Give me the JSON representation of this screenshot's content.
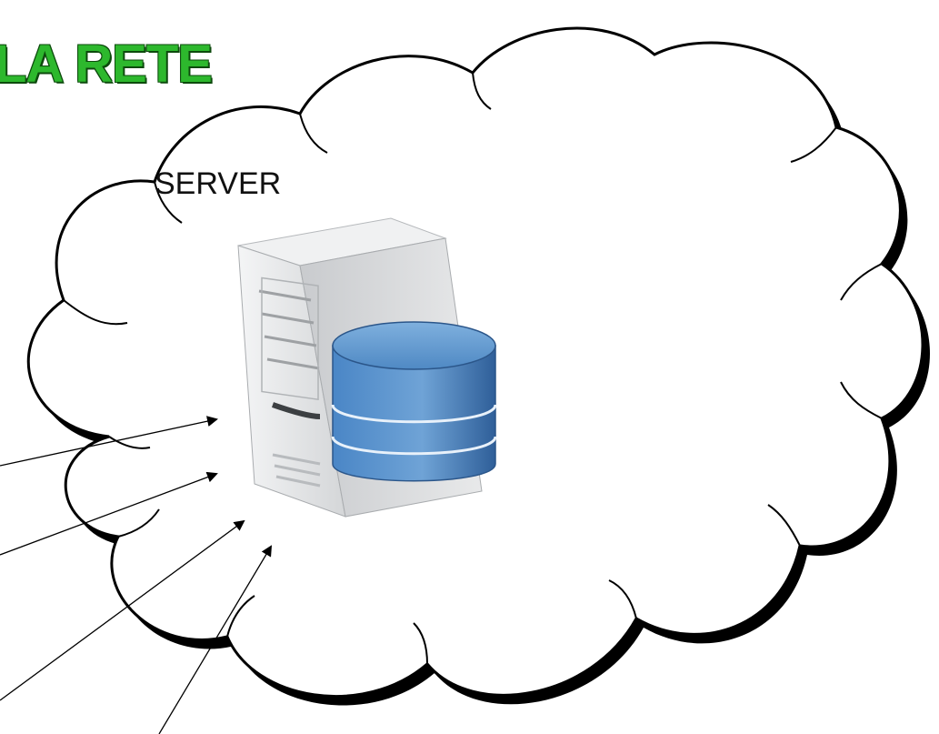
{
  "diagram": {
    "title": "LA RETE",
    "server_label": "SERVER",
    "colors": {
      "title": "#2db82d",
      "title_shadow": "#0d4a0d",
      "cloud_outline": "#000000",
      "database": "#3f78b5",
      "server_case": "#e2e4e6"
    },
    "icons": [
      "cloud-outline",
      "server-tower-icon",
      "database-icon",
      "connection-arrows"
    ]
  }
}
